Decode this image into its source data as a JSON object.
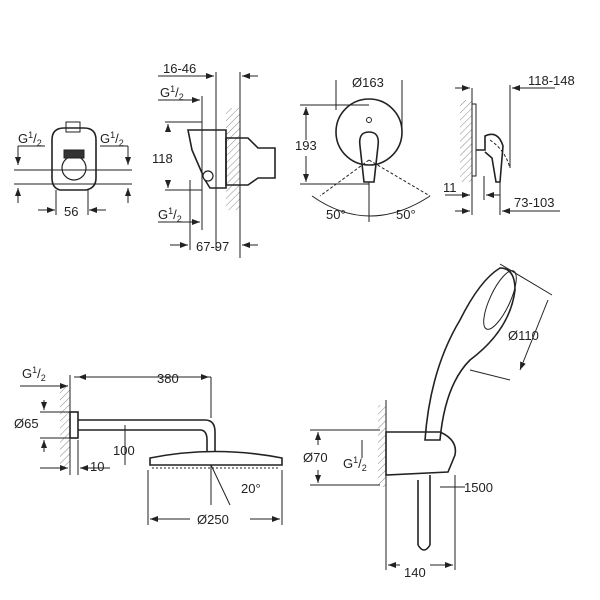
{
  "title": "Shower system dimensional drawing",
  "g_half": {
    "base": "G",
    "num": "1",
    "den": "2"
  },
  "valve_front": {
    "width": "56"
  },
  "valve_side": {
    "depth_top": "16-46",
    "height": "118",
    "depth_bottom": "67-97"
  },
  "trim_front": {
    "diameter": "Ø163",
    "height": "193",
    "angle_left": "50°",
    "angle_right": "50°"
  },
  "trim_side": {
    "lever_reach": "118-148",
    "plate": "11",
    "depth": "73-103"
  },
  "head_shower": {
    "arm_length": "380",
    "flange_diameter": "Ø65",
    "drop": "100",
    "wall_gap": "10",
    "tilt": "20°",
    "head_diameter": "Ø250"
  },
  "hand_shower": {
    "head_diameter": "Ø110",
    "outlet_diameter": "Ø70",
    "hose_length": "1500",
    "projection": "140"
  }
}
